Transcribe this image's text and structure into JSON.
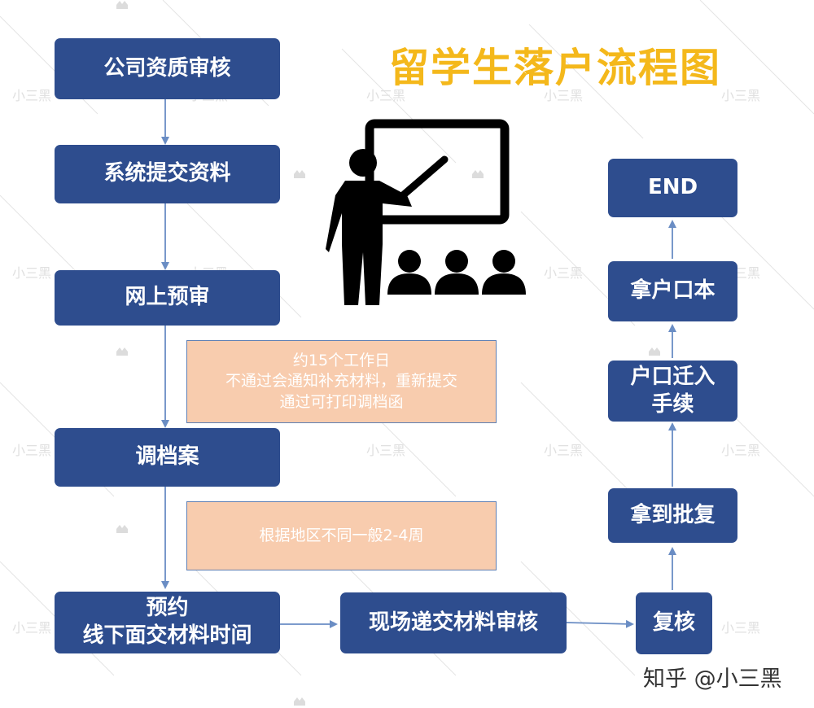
{
  "title": "留学生落户流程图",
  "footer": "知乎 @小三黑",
  "watermark": "小三黑",
  "left_flow": {
    "step1": "公司资质审核",
    "step2": "系统提交资料",
    "step3": "网上预审",
    "step4": "调档案",
    "step5_line1": "预约",
    "step5_line2": "线下面交材料时间"
  },
  "notes": {
    "note1_line1": "约15个工作日",
    "note1_line2": "不通过会通知补充材料，重新提交",
    "note1_line3": "通过可打印调档函",
    "note2": "根据地区不同一般2-4周"
  },
  "bottom_flow": {
    "step6": "现场递交材料审核",
    "step7": "复核"
  },
  "right_flow": {
    "step8": "拿到批复",
    "step9_line1": "户口迁入",
    "step9_line2": "手续",
    "step10": "拿户口本",
    "step11": "END"
  },
  "icon": "teacher-presentation-icon",
  "colors": {
    "box": "#2e4d8e",
    "note_fill": "#f8ccae",
    "arrow": "#6a8dc4",
    "title": "#f4b81b"
  }
}
